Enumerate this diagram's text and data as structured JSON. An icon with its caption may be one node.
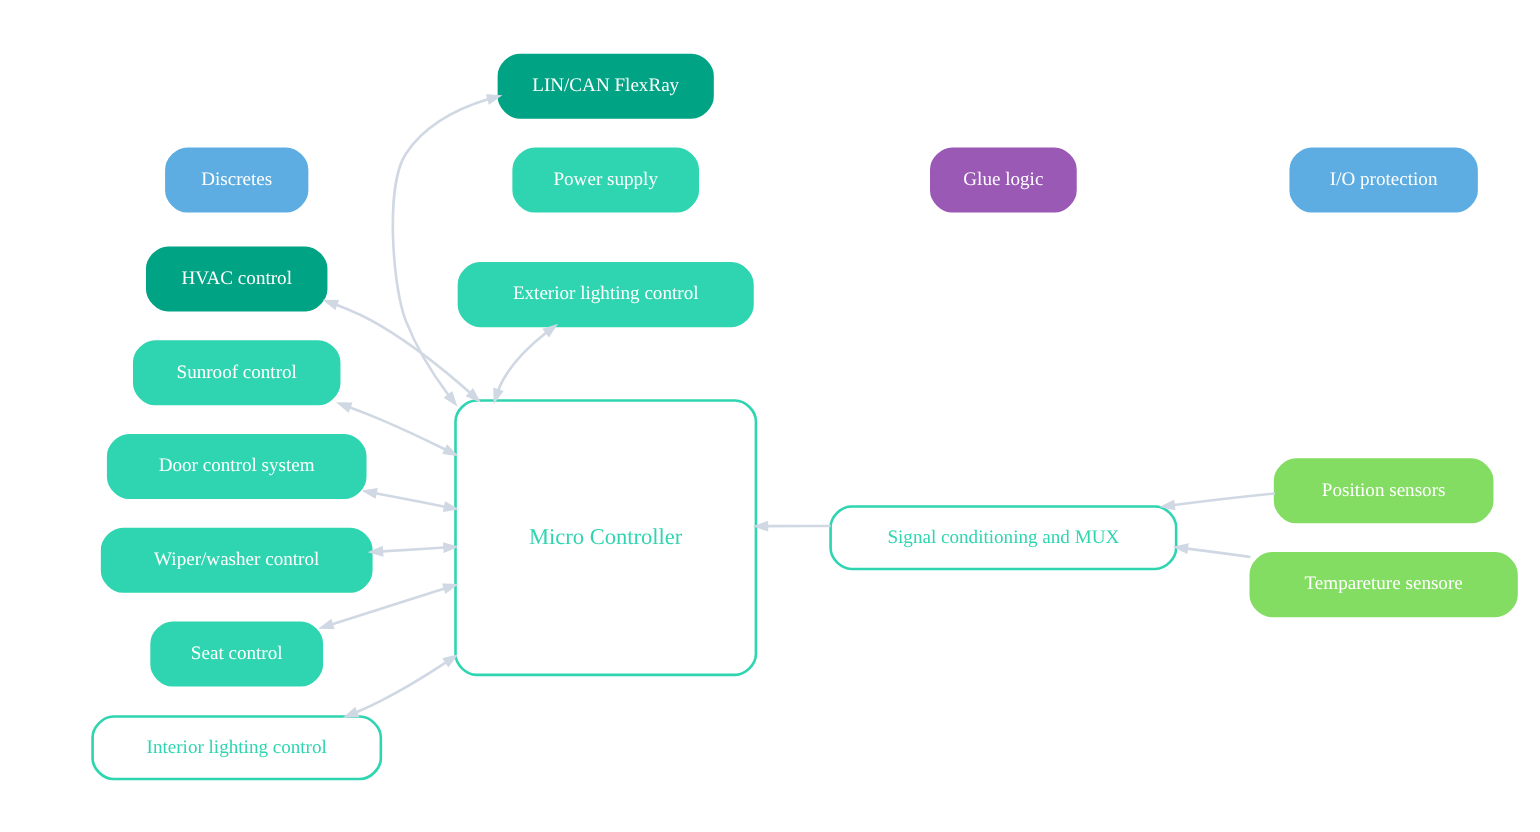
{
  "diagram": {
    "nodes": [
      {
        "text": [
          "HVAC control"
        ]
      },
      {
        "text": [
          "Exterior lighting control"
        ]
      },
      {
        "text": [
          "Interior lighting control"
        ]
      },
      {
        "text": [
          "Seat control"
        ]
      },
      {
        "text": [
          "Wiper/washer control"
        ]
      },
      {
        "text": [
          "Door control system"
        ]
      },
      {
        "text": [
          "Micro Controller"
        ]
      },
      {
        "text": [
          "Signal conditioning and MUX"
        ]
      },
      {
        "text": [
          "Position sensors"
        ]
      },
      {
        "text": [
          "Tempareture sensore"
        ]
      },
      {
        "text": [
          "Sunroof control"
        ]
      },
      {
        "text": [
          "LIN/CAN FlexRay"
        ]
      },
      {
        "text": [
          "Discretes"
        ]
      },
      {
        "text": [
          "Power supply"
        ]
      },
      {
        "text": [
          "Glue logic"
        ]
      },
      {
        "text": [
          "I/O protection"
        ]
      }
    ],
    "edges": [
      {
        "from": 0,
        "to": 6,
        "arrow": "both"
      },
      {
        "from": 1,
        "to": 6,
        "arrow": "both"
      },
      {
        "from": 2,
        "to": 6,
        "arrow": "both"
      },
      {
        "from": 3,
        "to": 6,
        "arrow": "both"
      },
      {
        "from": 4,
        "to": 6,
        "arrow": "both"
      },
      {
        "from": 5,
        "to": 6,
        "arrow": "both"
      },
      {
        "from": 7,
        "to": 6,
        "arrow": "to"
      },
      {
        "from": 8,
        "to": 7,
        "arrow": "to"
      },
      {
        "from": 9,
        "to": 7,
        "arrow": "to"
      },
      {
        "from": 10,
        "to": 6,
        "arrow": "both"
      },
      {
        "from": 11,
        "to": 6,
        "arrow": "both"
      }
    ]
  }
}
